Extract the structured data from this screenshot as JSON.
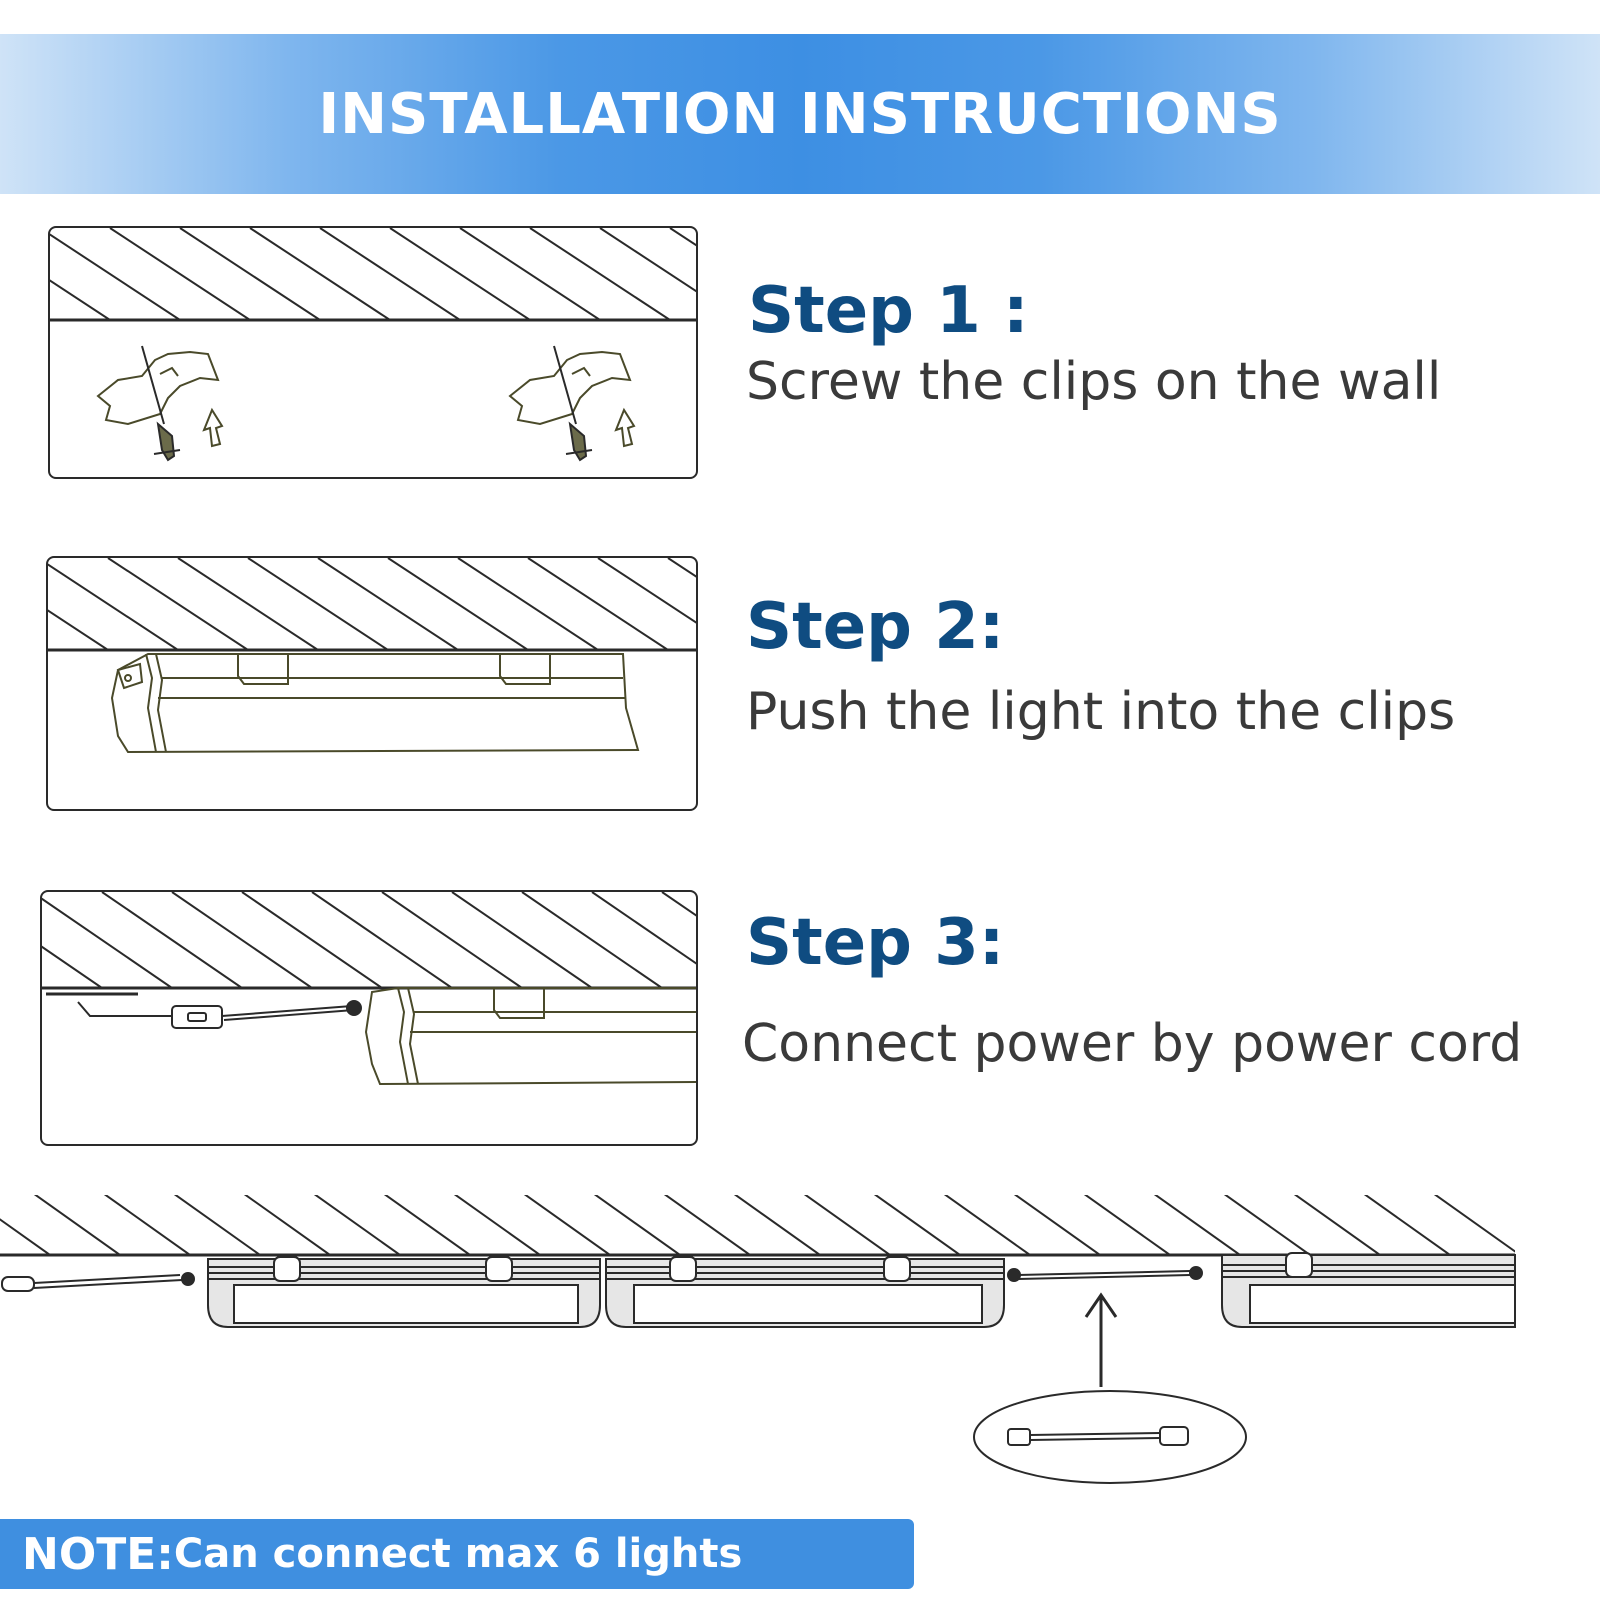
{
  "header": {
    "title": "INSTALLATION INSTRUCTIONS"
  },
  "steps": [
    {
      "title": "Step 1 :",
      "description": "Screw the clips on the wall"
    },
    {
      "title": "Step 2:",
      "description": "Push the light into the clips"
    },
    {
      "title": "Step 3:",
      "description": "Connect power by power cord"
    }
  ],
  "note": {
    "label": "NOTE:",
    "text": "Can connect max 6 lights"
  },
  "colors": {
    "banner_blue": "#3d8fe3",
    "step_title": "#0f4c81",
    "note_bar": "#3f8fe0",
    "line_art": "#2a2a2a",
    "clip_olive": "#4a4a2a"
  }
}
